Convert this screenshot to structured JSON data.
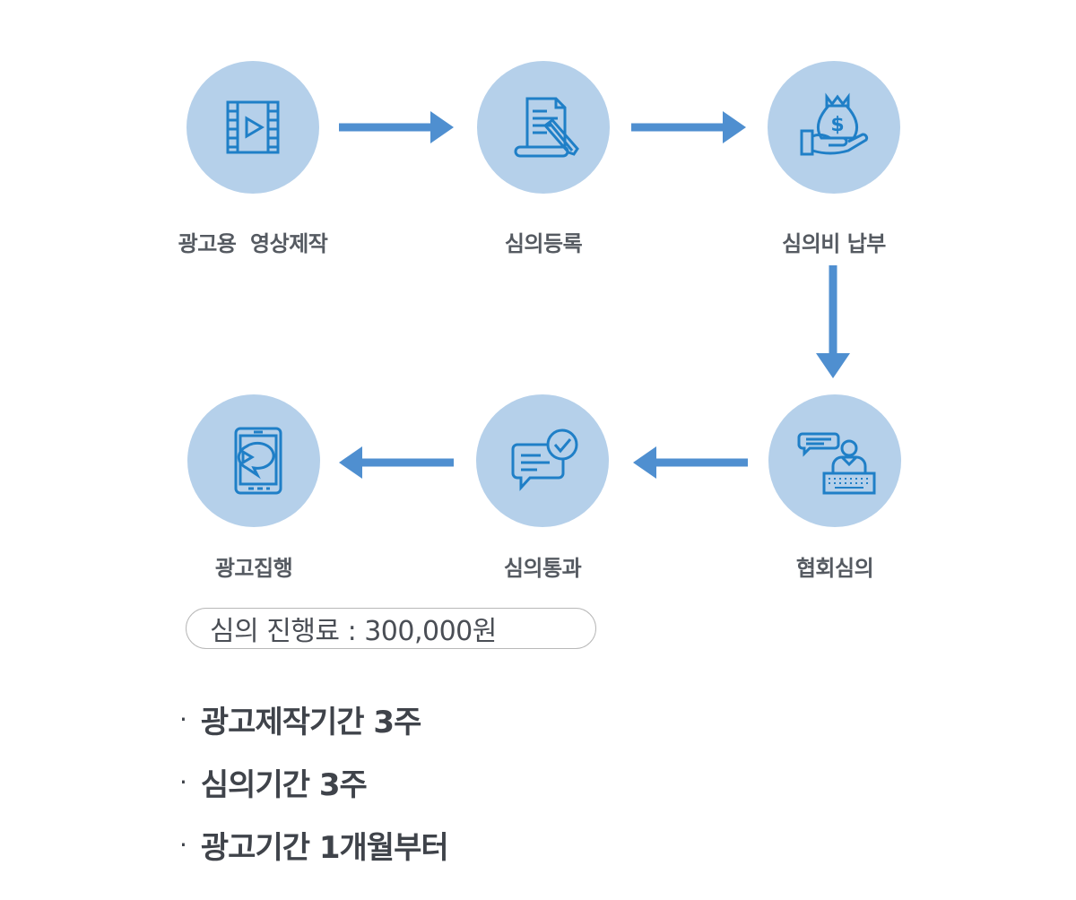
{
  "steps": [
    {
      "id": "video",
      "label": "광고용  영상제작",
      "icon": "film-play-icon"
    },
    {
      "id": "register",
      "label": "심의등록",
      "icon": "document-pen-icon"
    },
    {
      "id": "payment",
      "label": "심의비 납부",
      "icon": "money-bag-hand-icon"
    },
    {
      "id": "review",
      "label": "협회심의",
      "icon": "person-keyboard-chat-icon"
    },
    {
      "id": "approved",
      "label": "심의통과",
      "icon": "chat-check-icon"
    },
    {
      "id": "execute",
      "label": "광고집행",
      "icon": "tablet-video-icon"
    }
  ],
  "fee": {
    "text": "심의 진행료 : 300,000원"
  },
  "info": [
    {
      "dot": "·",
      "text": "광고제작기간 3주"
    },
    {
      "dot": "·",
      "text": "심의기간 3주"
    },
    {
      "dot": "·",
      "text": "광고기간 1개월부터"
    }
  ],
  "colors": {
    "circle": "#b5d0ea",
    "icon": "#1f7fc7",
    "arrow": "#4f8fd0"
  }
}
